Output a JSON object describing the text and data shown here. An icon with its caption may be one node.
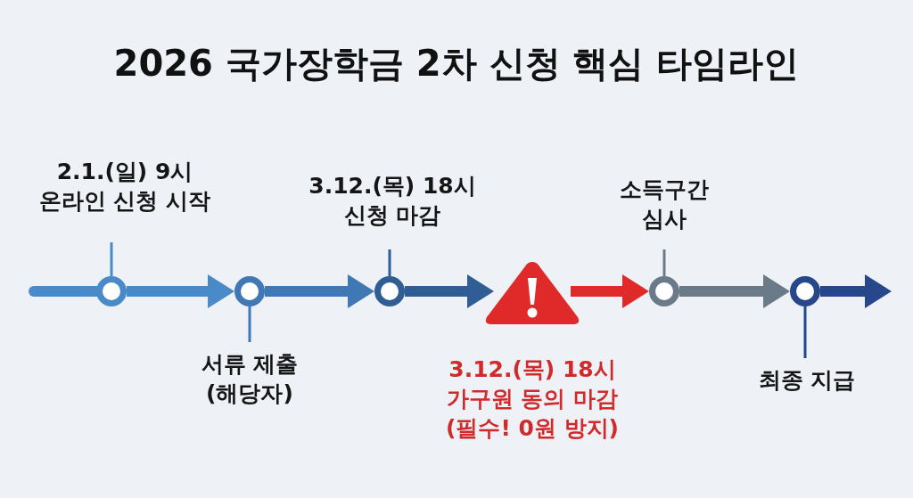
{
  "diagram": {
    "title": "2026 국가장학금 2차 신청 핵심 타임라인",
    "nodes": [
      {
        "text": [
          "2.1.(일) 9시",
          "온라인 신청 시작"
        ]
      },
      {
        "text": [],
        "shape": "circle"
      },
      {
        "text": [],
        "shape": "circle"
      },
      {
        "text": [
          "서류 제출 (해당자)"
        ]
      },
      {
        "text": [
          "3.12.(목) 18시",
          "신청 마감"
        ]
      },
      {
        "text": [],
        "shape": "circle"
      },
      {
        "text": [],
        "shape": "triangle",
        "beside": [
          "3.12.(목) 18시",
          "가구원 동의 마감 (필수! 0원 방지)"
        ]
      },
      {
        "text": [
          "소득구간 심사"
        ]
      },
      {
        "text": [],
        "shape": "circle"
      },
      {
        "text": [],
        "shape": "circle"
      },
      {
        "text": [
          "최종 지급"
        ]
      }
    ],
    "edges": [
      {
        "from": 0,
        "to": 1,
        "arrow": "none",
        "color": "#4a8ac8"
      },
      {
        "from": 3,
        "to": 2,
        "arrow": "none",
        "color": "#3f78b5"
      },
      {
        "from": 4,
        "to": 5,
        "arrow": "none",
        "color": "#2f5d94"
      },
      {
        "from": 7,
        "to": 8,
        "arrow": "none",
        "color": "#6b7a88"
      },
      {
        "from": 10,
        "to": 9,
        "arrow": "none",
        "color": "#27478a"
      },
      {
        "from": 1,
        "to": 2,
        "arrow": "to",
        "color": "#4a8ac8"
      },
      {
        "from": 2,
        "to": 5,
        "arrow": "to",
        "color": "#3f78b5"
      },
      {
        "from": 5,
        "to": 6,
        "arrow": "to",
        "color": "#2f5d94"
      },
      {
        "from": 6,
        "to": 8,
        "arrow": "to",
        "color": "#e02a2a"
      },
      {
        "from": 8,
        "to": 9,
        "arrow": "to",
        "color": "#6b7a88"
      },
      {
        "from": 9,
        "to": null,
        "arrow": "to",
        "color": "#27478a"
      }
    ]
  }
}
